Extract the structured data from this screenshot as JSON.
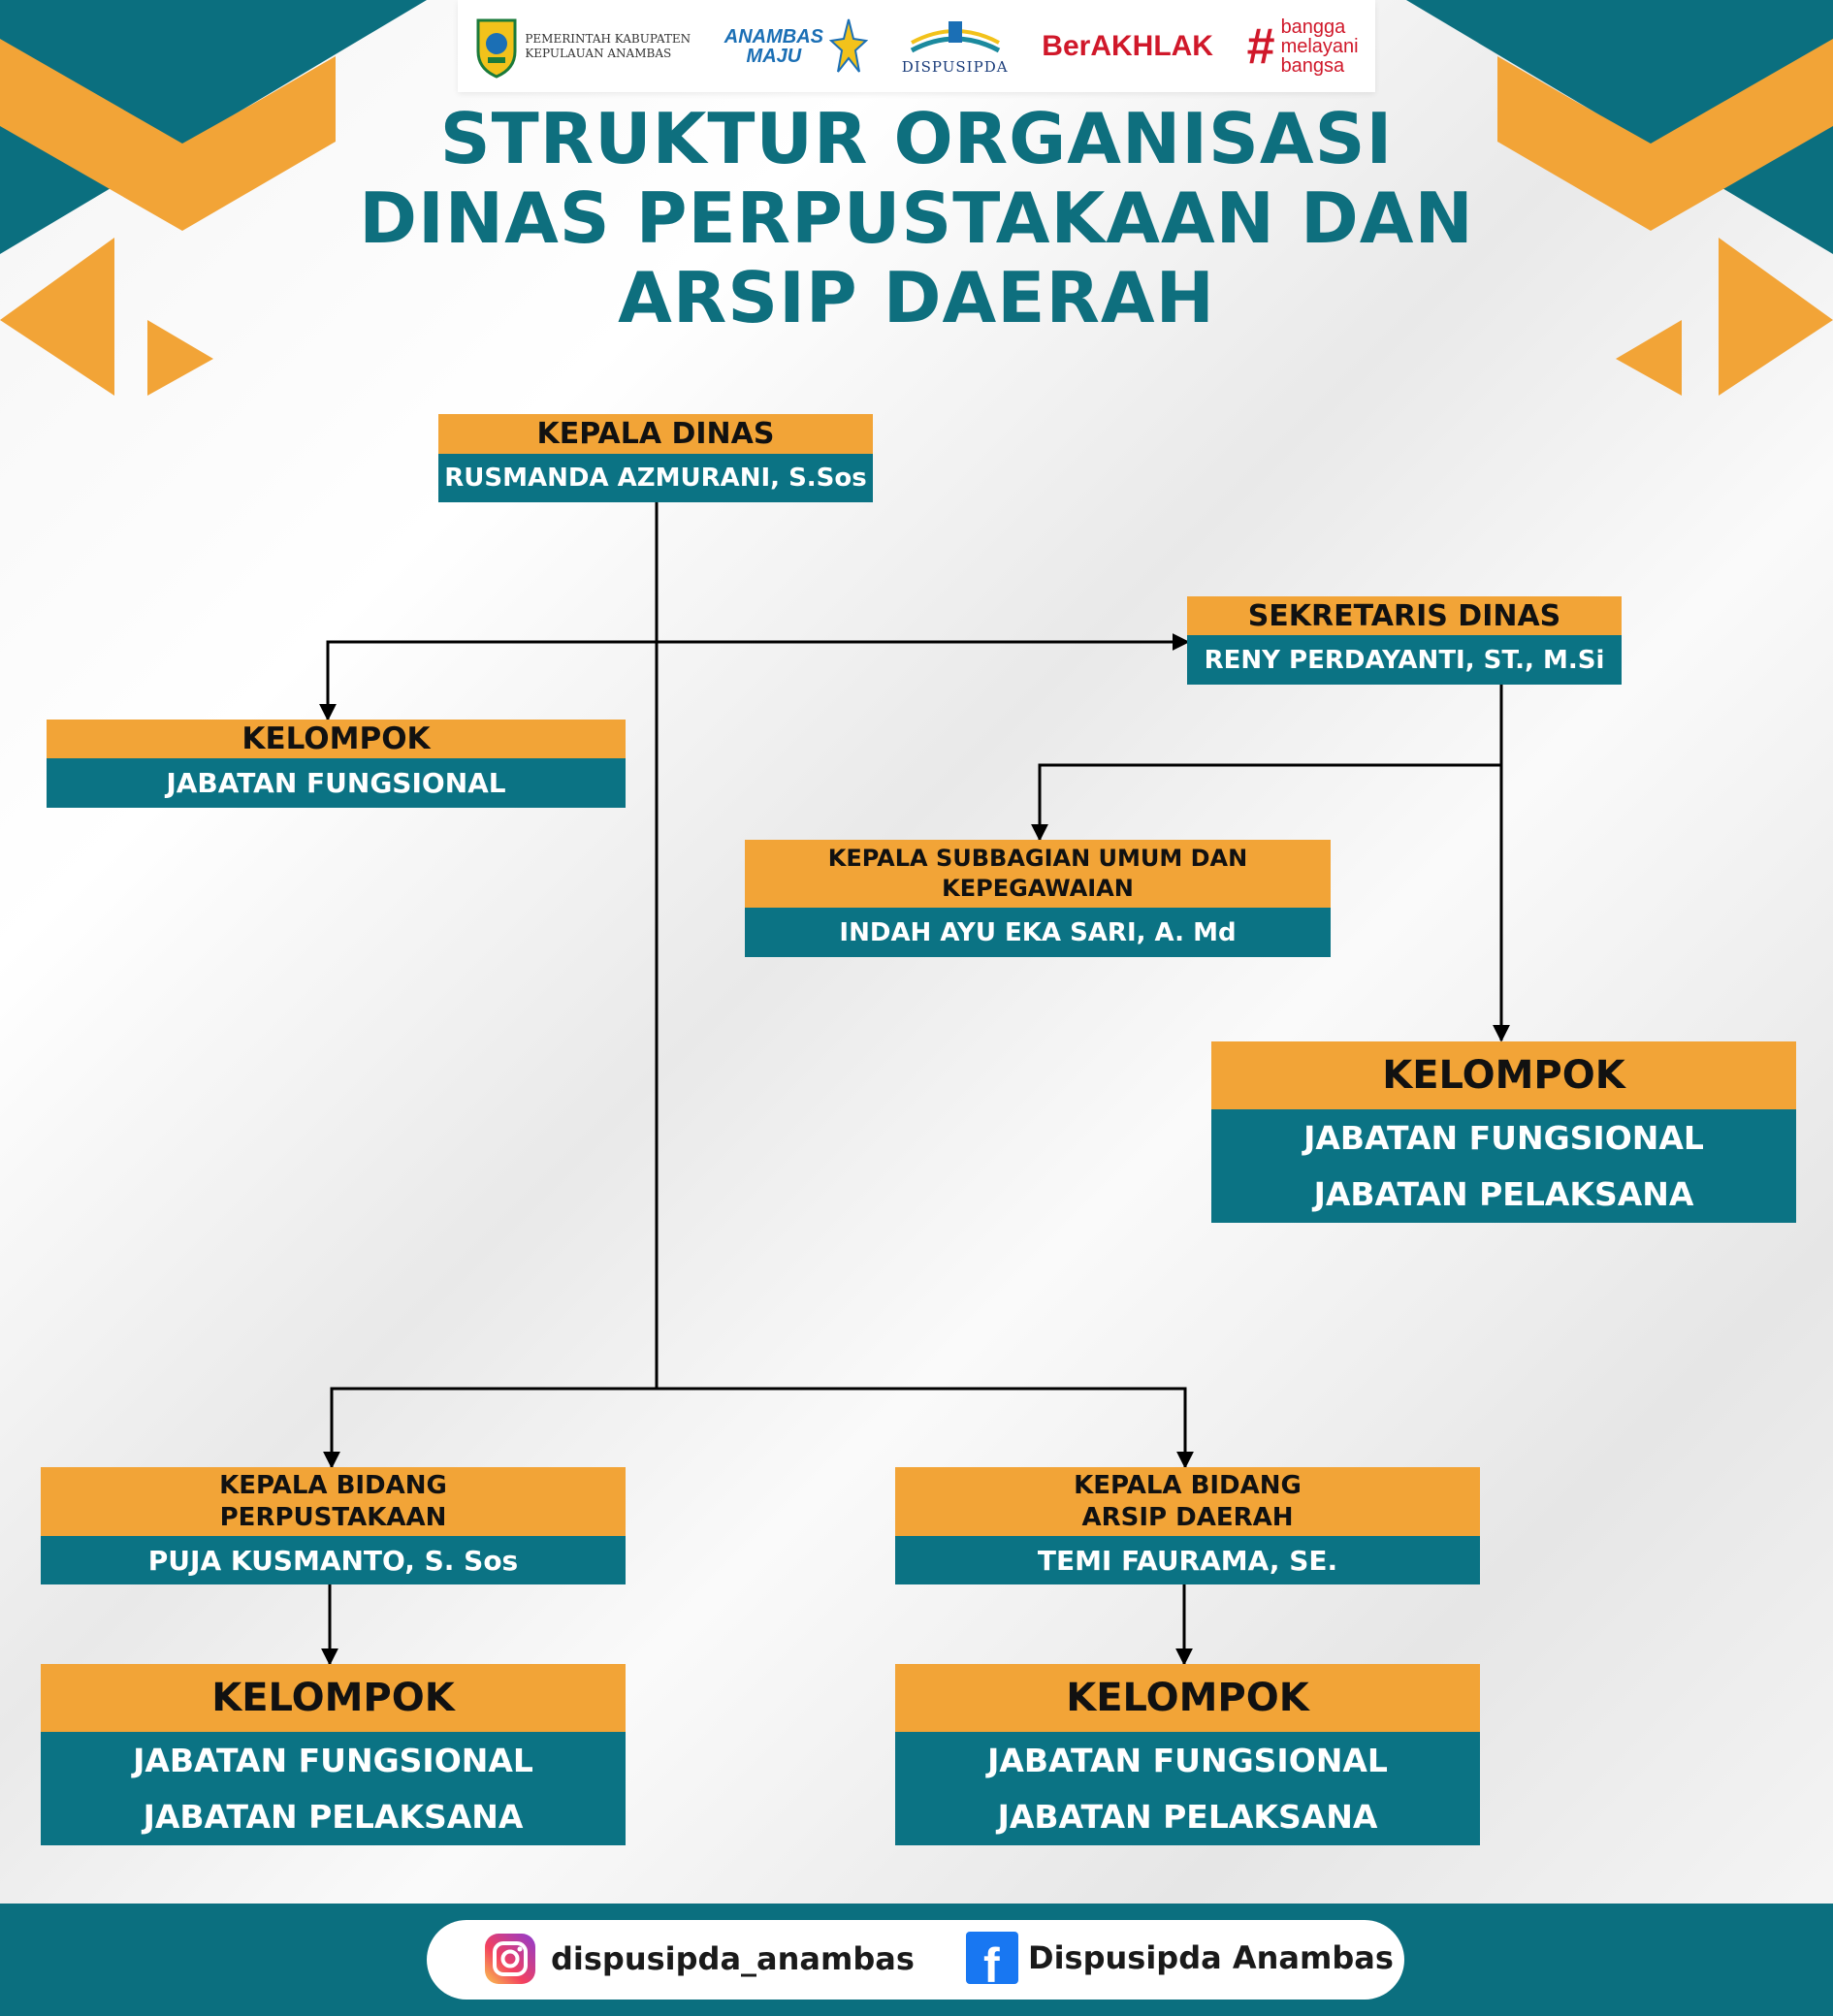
{
  "header": {
    "logos": {
      "pemkab_line1": "PEMERINTAH KABUPATEN",
      "pemkab_line2": "KEPULAUAN ANAMBAS",
      "anambas_line1": "ANAMBAS",
      "anambas_line2": "MAJU",
      "dispusipda": "DISPUSIPDA",
      "berakhlak": "BerAKHLAK",
      "bangga_hash": "#",
      "bangga_line1": "bangga",
      "bangga_line2": "melayani",
      "bangga_line3": "bangsa"
    },
    "title_line1": "STRUKTUR ORGANISASI",
    "title_line2": "DINAS PERPUSTAKAAN DAN",
    "title_line3": "ARSIP DAERAH"
  },
  "colors": {
    "orange": "#f2a437",
    "teal": "#0b7384",
    "title": "#0e6f7e"
  },
  "nodes": {
    "kepala_dinas": {
      "title": "KEPALA DINAS",
      "name": "RUSMANDA AZMURANI, S.Sos"
    },
    "sekretaris": {
      "title": "SEKRETARIS DINAS",
      "name": "RENY PERDAYANTI, ST., M.Si"
    },
    "kelompok_top": {
      "title": "KELOMPOK",
      "line1": "JABATAN FUNGSIONAL"
    },
    "subbagian": {
      "title_line1": "KEPALA SUBBAGIAN UMUM DAN",
      "title_line2": "KEPEGAWAIAN",
      "name": "INDAH AYU EKA SARI, A. Md"
    },
    "kelompok_sek": {
      "title": "KELOMPOK",
      "line1": "JABATAN FUNGSIONAL",
      "line2": "JABATAN PELAKSANA"
    },
    "bidang_perpus": {
      "title_line1": "KEPALA BIDANG",
      "title_line2": "PERPUSTAKAAN",
      "name": "PUJA KUSMANTO, S. Sos"
    },
    "bidang_arsip": {
      "title_line1": "KEPALA BIDANG",
      "title_line2": "ARSIP DAERAH",
      "name": "TEMI FAURAMA, SE."
    },
    "kelompok_perpus": {
      "title": "KELOMPOK",
      "line1": "JABATAN FUNGSIONAL",
      "line2": "JABATAN PELAKSANA"
    },
    "kelompok_arsip": {
      "title": "KELOMPOK",
      "line1": "JABATAN FUNGSIONAL",
      "line2": "JABATAN PELAKSANA"
    }
  },
  "footer": {
    "instagram_icon": "instagram-icon",
    "instagram": "dispusipda_anambas",
    "facebook_icon": "facebook-icon",
    "facebook_glyph": "f",
    "facebook": "Dispusipda Anambas"
  }
}
